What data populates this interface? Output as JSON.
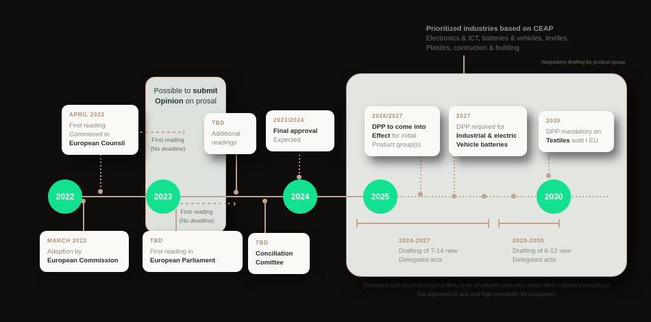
{
  "colors": {
    "background": "#0F0E0C",
    "accent_green": "#12E18F",
    "tan_line": "#C2A48E",
    "panel_bg": "#E3E5E1",
    "card_bg": "#FAF9F6",
    "tag_text": "#B28C74"
  },
  "header": {
    "title": "Prioritized industries based on CEAP",
    "line1": "Electronics & ICT, batteries & vehicles, textiles,",
    "line2": "Plastics, contruction & building",
    "note": "Regulatory drafting by product group"
  },
  "opinion": {
    "l1a": "Possible to ",
    "l1b": "submit",
    "l2a": "Opinion",
    "l2b": " on prosal"
  },
  "timeline": {
    "years": [
      "2022",
      "2023",
      "2024",
      "2025",
      "2030"
    ]
  },
  "cards": {
    "april": {
      "tag": "APRIL 2022",
      "l1": "First reading",
      "l2": "Commeced in",
      "l3": "European Counsil"
    },
    "march": {
      "tag": "MARCH 2022",
      "l1": "Adoption by",
      "l2": "European Commission"
    },
    "additional": {
      "tag": "TBD",
      "l1": "Additional",
      "l2": "readings"
    },
    "approval": {
      "tag": "2023/2024",
      "l1": "Final approval",
      "l2": "Expected"
    },
    "parliament": {
      "tag": "TBD",
      "l1": "First reading in",
      "l2": "European Parliament"
    },
    "conciliation": {
      "tag": "TBD",
      "l1": "Conciliation",
      "l2": "Comittee"
    },
    "effect": {
      "tag": "2026/2027",
      "l1": "DPP to come into",
      "l2a": "Effect",
      "l2b": " for initial",
      "l3": "Product group(s)"
    },
    "batteries": {
      "tag": "2027",
      "l1": "DPP required for",
      "l2": "Industrial & electric",
      "l3": "Vehicle batteries"
    },
    "textiles": {
      "tag": "2030",
      "l1": "DPP mandatory on",
      "l2a": "Textiles",
      "l2b": " sold I EU"
    }
  },
  "annotations": {
    "first_reading": {
      "l1": "First reading",
      "l2": "(No deadline)"
    }
  },
  "glyphs": {
    "chevron": "›"
  },
  "ranges": {
    "r1": {
      "label": "2024-2027",
      "l1": "Drafting of 7-14 new",
      "l2": "Delegated acts"
    },
    "r2": {
      "label": "2028-2030",
      "l1": "Drafting of 6-12 new",
      "l2": "Delegated acts"
    }
  },
  "footnote": {
    "l1": "Delegated acts per product group likely to be developed seperately (even within industies) resulting in",
    "l2": "low alignment of acts and high complexity for companies"
  }
}
